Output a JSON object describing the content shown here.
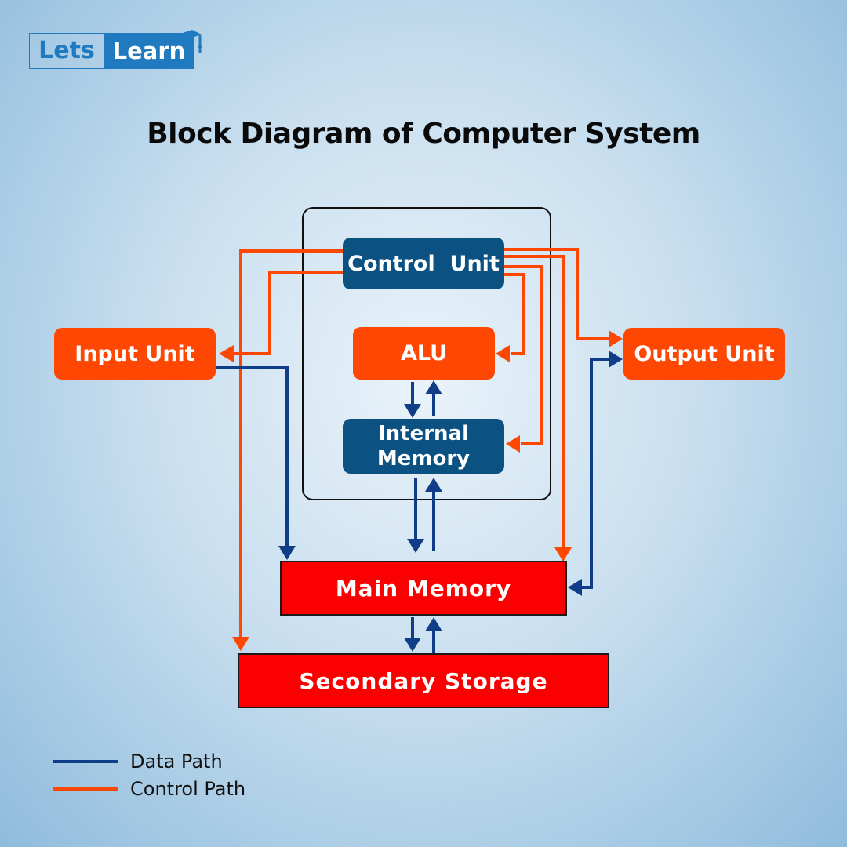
{
  "logo": {
    "part1": "Lets",
    "part2": "Learn",
    "icon": "graduation-cap-icon"
  },
  "title": "Block Diagram of Computer System",
  "colors": {
    "data_path": "#0f3d87",
    "control_path": "#fd4703",
    "unit_dark": "#0b5283",
    "unit_orange": "#fd4703",
    "memory_red": "#fb0000"
  },
  "blocks": {
    "control_unit": "Control  Unit",
    "alu": "ALU",
    "internal_memory_line1": "Internal",
    "internal_memory_line2": "Memory",
    "input_unit": "Input Unit",
    "output_unit": "Output Unit",
    "main_memory": "Main Memory",
    "secondary_storage": "Secondary Storage"
  },
  "connections": {
    "control": [
      {
        "from": "Control Unit",
        "to": "Input Unit"
      },
      {
        "from": "Control Unit",
        "to": "Secondary Storage"
      },
      {
        "from": "Control Unit",
        "to": "Output Unit"
      },
      {
        "from": "Control Unit",
        "to": "Main Memory"
      },
      {
        "from": "Control Unit",
        "to": "Internal Memory"
      },
      {
        "from": "Control Unit",
        "to": "ALU"
      }
    ],
    "data": [
      {
        "from": "Input Unit",
        "to": "Main Memory"
      },
      {
        "from": "ALU",
        "to": "Internal Memory",
        "bidirectional": true
      },
      {
        "from": "Internal Memory",
        "to": "Main Memory",
        "bidirectional": true
      },
      {
        "from": "Main Memory",
        "to": "Secondary Storage",
        "bidirectional": true
      },
      {
        "from": "Main Memory",
        "to": "Output Unit",
        "bidirectional": true
      }
    ]
  },
  "legend": [
    {
      "label": "Data Path",
      "color": "#0f3d87"
    },
    {
      "label": "Control Path",
      "color": "#fd4703"
    }
  ]
}
